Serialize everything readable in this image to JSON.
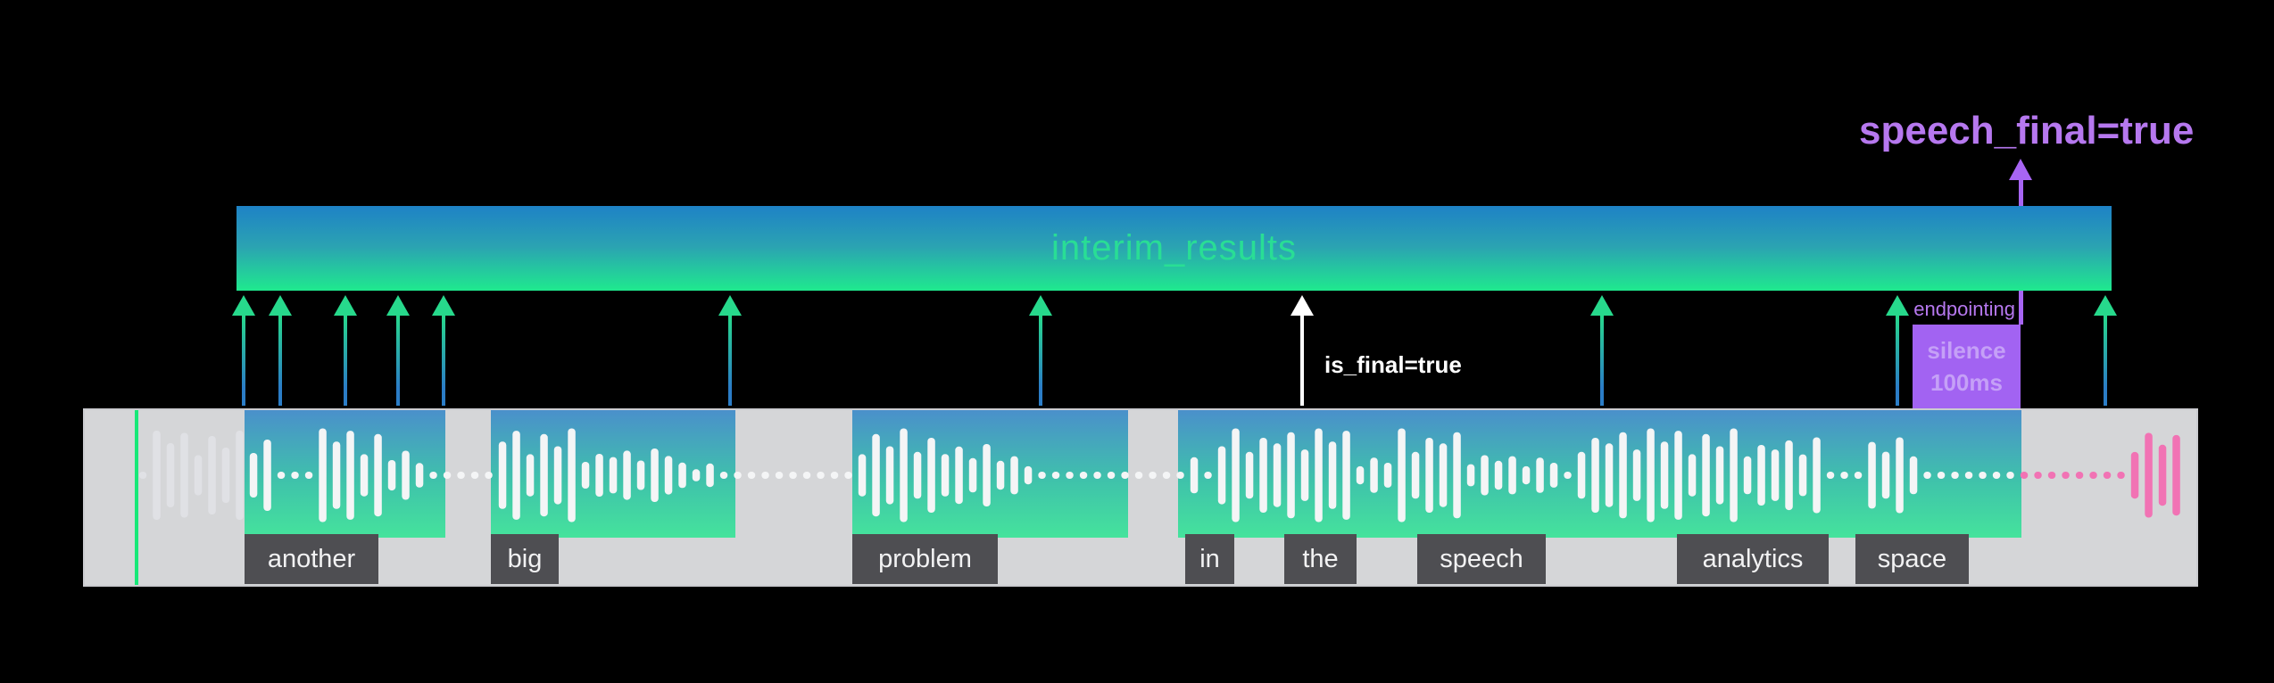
{
  "speech_final_label": "speech_final=true",
  "interim_results_label": "interim_results",
  "is_final_label": "is_final=true",
  "endpointing_label": "endpointing",
  "silence_box": {
    "line1": "silence",
    "line2": "100ms"
  },
  "transcript_words": [
    {
      "text": "another"
    },
    {
      "text": "big"
    },
    {
      "text": "problem"
    },
    {
      "text": "in"
    },
    {
      "text": "the"
    },
    {
      "text": "speech"
    },
    {
      "text": "analytics"
    },
    {
      "text": "space"
    }
  ],
  "colors": {
    "background": "#000000",
    "purple_accent": "#b678ef",
    "purple_box": "#a263f2",
    "green_accent": "#27d98c",
    "blue_accent": "#2b7dc7",
    "pink_accent": "#f173b4",
    "bar_gradient_top": "#1e82c6",
    "bar_gradient_bottom": "#1fe98e",
    "strip_background": "#d5d6d8",
    "word_label_background": "#4e4e52",
    "start_marker_green": "#17e878",
    "white": "#ffffff"
  }
}
